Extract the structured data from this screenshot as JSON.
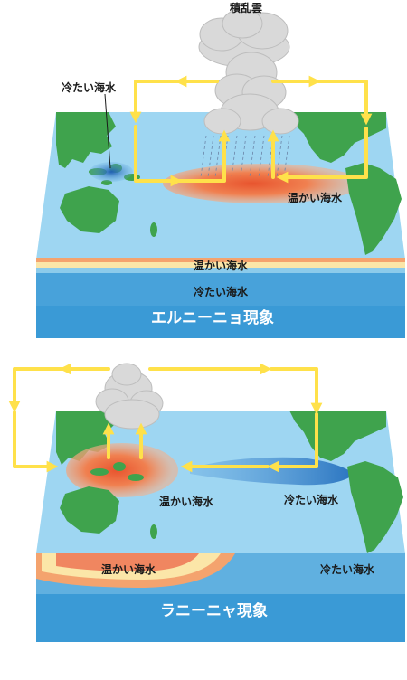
{
  "el_nino": {
    "title": "エルニーニョ現象",
    "cumulonimbus": "積乱雲",
    "cold_water_west": "冷たい海水",
    "warm_water_east": "温かい海水",
    "layer_warm": "温かい海水",
    "layer_cold": "冷たい海水"
  },
  "la_nina": {
    "title": "ラニーニャ現象",
    "warm_water_west": "温かい海水",
    "cold_water_east": "冷たい海水",
    "layer_warm": "温かい海水",
    "layer_cold": "冷たい海水"
  },
  "colors": {
    "ocean": "#9ed6f2",
    "land": "#3fa34d",
    "arrow": "#ffe14a",
    "warm": "#ef6a3e",
    "cold": "#2d7fc4",
    "depth": "#3a9ad6",
    "cloud": "#d9d9d9"
  }
}
